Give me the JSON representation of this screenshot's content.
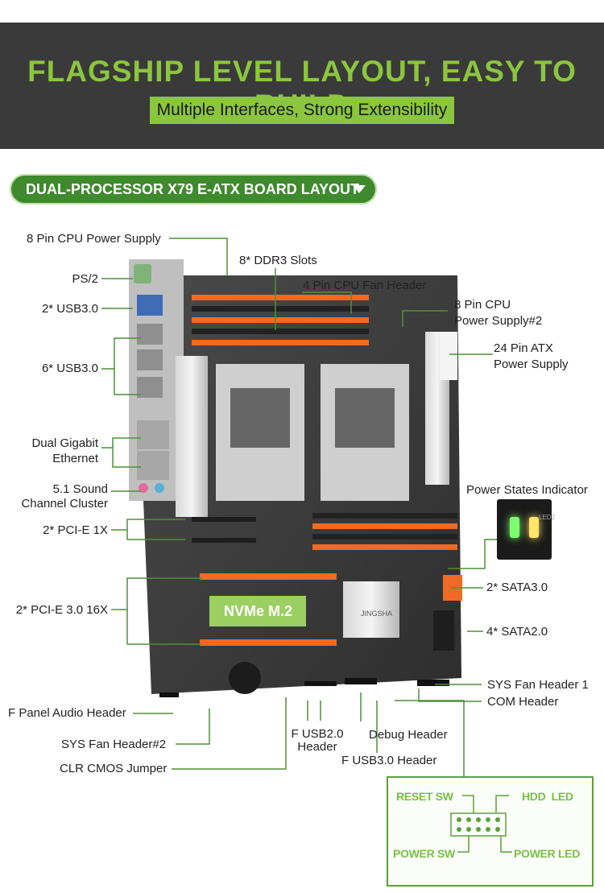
{
  "header": {
    "title": "FLAGSHIP LEVEL LAYOUT, EASY TO BUILD",
    "subtitle": "Multiple Interfaces, Strong Extensibility"
  },
  "section": {
    "title": "DUAL-PROCESSOR X79 E-ATX BOARD LAYOUT"
  },
  "labels": {
    "cpu_power": "8 Pin CPU Power Supply",
    "ddr3": "8* DDR3 Slots",
    "cpu_fan": "4 Pin CPU Fan Header",
    "ps2": "PS/2",
    "usb3_2": "2* USB3.0",
    "usb3_6": "6* USB3.0",
    "cpu_power2_line1": "8 Pin CPU",
    "cpu_power2_line2": "Power Supply#2",
    "atx_line1": "24 Pin ATX",
    "atx_line2": "Power Supply",
    "ethernet_line1": "Dual Gigabit",
    "ethernet_line2": "Ethernet",
    "audio_line1": "5.1 Sound",
    "audio_line2": "Channel Cluster",
    "power_states": "Power States Indicator",
    "pcie_1x": "2* PCI-E 1X",
    "pcie_16x": "2* PCI-E 3.0 16X",
    "sata3": "2* SATA3.0",
    "sata2": "4* SATA2.0",
    "sys_fan1": "SYS Fan Header 1",
    "com": "COM Header",
    "f_audio": "F Panel Audio Header",
    "sys_fan2": "SYS Fan Header#2",
    "clr_cmos": "CLR CMOS Jumper",
    "f_usb2_line1": "F USB2.0",
    "f_usb2_line2": "Header",
    "debug": "Debug Header",
    "f_usb3": "F USB3.0 Header"
  },
  "board": {
    "nvme_label": "NVMe M.2",
    "chipset_label": "JINGSHA",
    "psi_led": "LED2"
  },
  "front_panel": {
    "reset_sw": "RESET SW",
    "hdd_led": "HDD  LED",
    "power_sw": "POWER SW",
    "power_led": "POWER LED"
  },
  "colors": {
    "accent_green": "#8bc63e",
    "pill_green": "#3e8a2c",
    "header_bg": "#3a3a3a",
    "ram_orange": "#f06a25",
    "line_green": "#5aa13a"
  }
}
